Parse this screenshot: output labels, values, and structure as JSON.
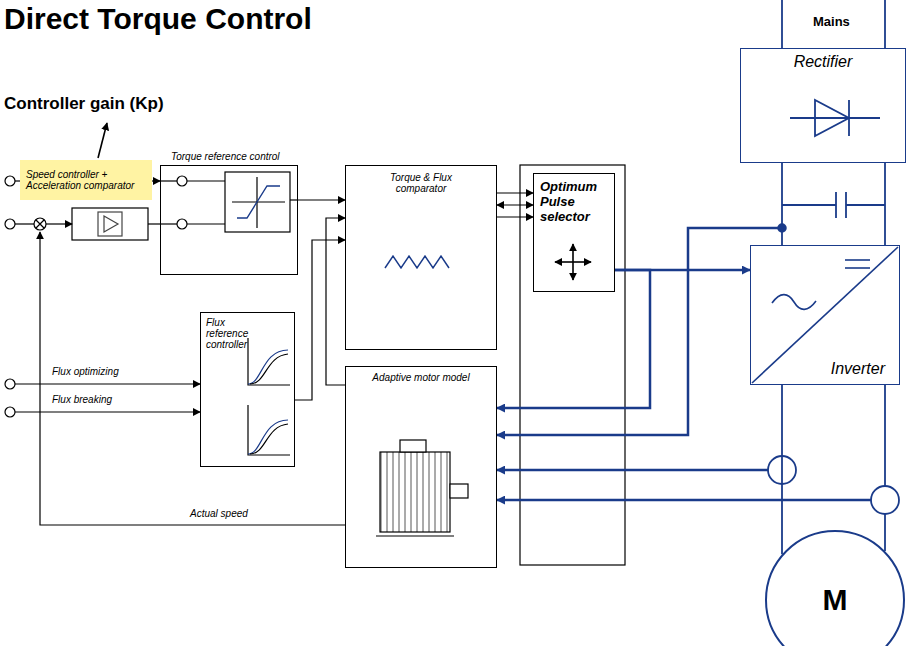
{
  "diagram": {
    "title": "Direct Torque Control",
    "nodes": [
      {
        "text": [
          "Speed controller + Acceleration comparator"
        ]
      },
      {
        "text": [
          "Torque reference control"
        ]
      },
      {
        "text": [
          "Flux reference controller"
        ]
      },
      {
        "text": [
          "Torque & Flux comparator"
        ]
      },
      {
        "text": [
          "Adaptive motor model"
        ]
      },
      {
        "text": [
          "Optimum Pulse selector"
        ]
      },
      {
        "text": [
          "Rectifier"
        ]
      },
      {
        "text": [
          "Inverter"
        ]
      },
      {
        "text": [
          "M"
        ]
      }
    ],
    "edges": [
      {
        "from": 0,
        "to": 1,
        "arrow": "to"
      },
      {
        "from": 1,
        "to": 3,
        "arrow": "to"
      },
      {
        "from": 2,
        "to": 3,
        "arrow": "to"
      },
      {
        "from": 4,
        "to": 3,
        "arrow": "to"
      },
      {
        "from": 3,
        "to": 5,
        "arrow": "both"
      },
      {
        "from": 5,
        "to": 7,
        "arrow": "to"
      },
      {
        "from": 5,
        "to": 4,
        "arrow": "to"
      },
      {
        "from": 6,
        "to": 7,
        "arrow": "none"
      },
      {
        "from": 7,
        "to": 8,
        "arrow": "none"
      }
    ],
    "labels": [
      "Controller gain (Kp)",
      "Flux optimizing",
      "Flux breaking",
      "Actual speed",
      "Mains"
    ]
  }
}
